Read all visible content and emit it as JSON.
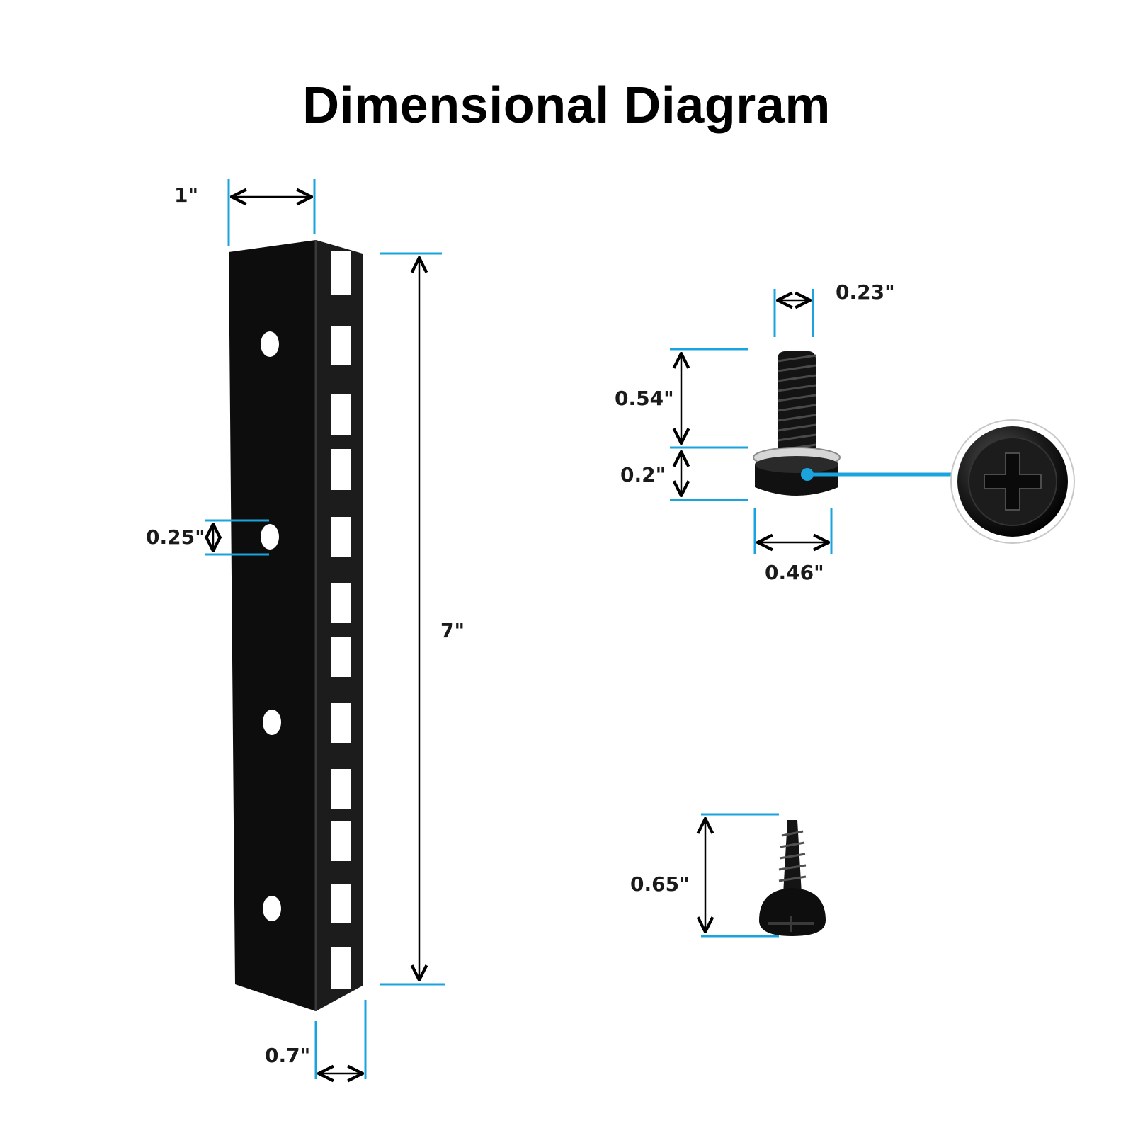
{
  "title": "Dimensional Diagram",
  "colors": {
    "guide": "#1aa3dc",
    "part": "#0e0e0e",
    "arrow": "#000000"
  },
  "rail": {
    "width_label": "1\"",
    "height_label": "7\"",
    "hole_label": "0.25\"",
    "flange_label": "0.7\""
  },
  "machine_screw": {
    "thread_diameter_label": "0.23\"",
    "thread_length_label": "0.54\"",
    "head_height_label": "0.2\"",
    "head_diameter_label": "0.46\""
  },
  "wood_screw": {
    "length_label": "0.65\""
  },
  "icons": [
    "phillips-head-icon"
  ]
}
